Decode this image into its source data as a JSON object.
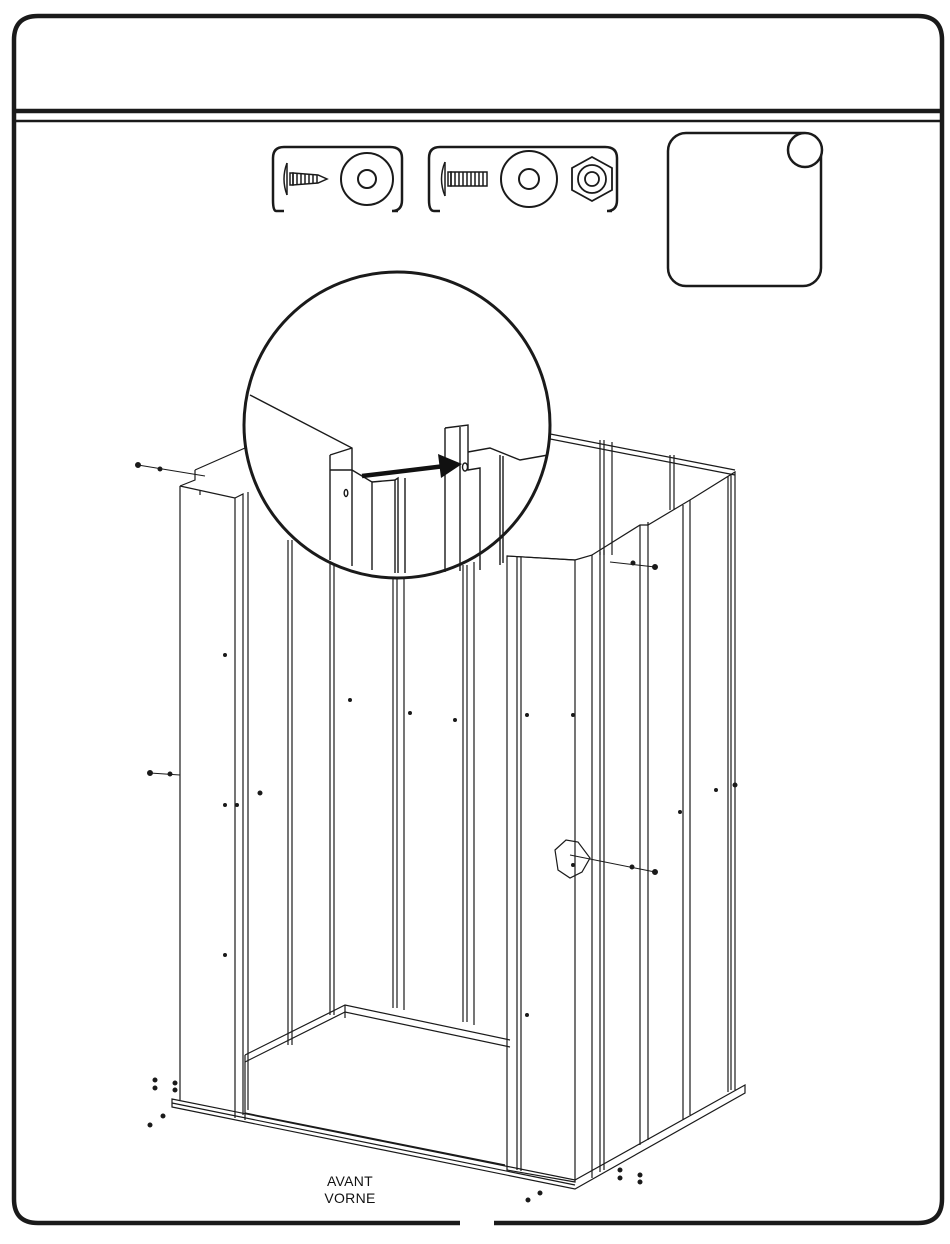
{
  "page": {
    "front_label_line1": "AVANT",
    "front_label_line2": "VORNE"
  },
  "colors": {
    "ink": "#1a1a1a",
    "background": "#ffffff"
  },
  "icons": {
    "hardware_group_1": [
      "self-tapping-screw-icon",
      "washer-icon"
    ],
    "hardware_group_2": [
      "machine-bolt-icon",
      "washer-icon",
      "hex-nut-icon"
    ],
    "step_badge": "step-number-badge"
  }
}
